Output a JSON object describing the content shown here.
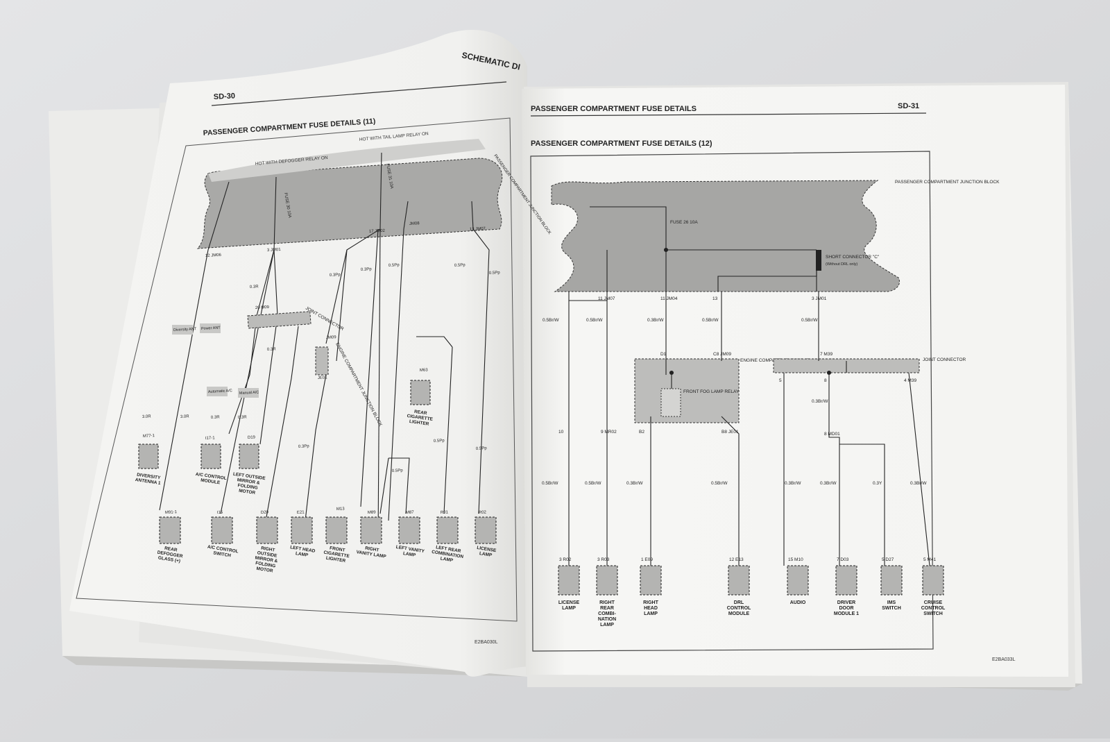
{
  "left_page": {
    "page_number": "SD-30",
    "running_header": "SCHEMATIC DI",
    "title": "PASSENGER COMPARTMENT FUSE DETAILS (11)",
    "figure_code": "E2BA030L",
    "hot_labels": [
      "HOT WITH DEFOGGER RELAY ON",
      "HOT WITH TAIL LAMP RELAY ON"
    ],
    "fuses": [
      "FUSE 30 10A",
      "FUSE 31 10A"
    ],
    "block_label": "PASSENGER COMPARTMENT JUNCTION BLOCK",
    "connector_labels": [
      "12 JM06",
      "3 JM01",
      "17 JM02",
      "JM08",
      "12 JM07",
      "20 M09",
      "JOINT CONNECTOR",
      "JM09",
      "ENGINE COMPARTMENT JUNCTION BLOCK",
      "JE01",
      "M63",
      "M77-1",
      "I17-1",
      "D19",
      "M91-1",
      "I15",
      "D20",
      "E21",
      "M13",
      "M89",
      "M87",
      "R01",
      "R02"
    ],
    "wire_labels": [
      "0.3R",
      "0.3R",
      "0.3Pp",
      "0.3Pp",
      "0.5Pp",
      "0.5Pp",
      "0.5Pp",
      "3.0R",
      "3.0R",
      "0.3R",
      "0.3R",
      "0.3Pp",
      "0.5Pp",
      "0.5Pp",
      "0.5Pp"
    ],
    "variant_labels": [
      "Diversity ANT",
      "Power ANT",
      "Automatic A/C",
      "Manual A/C"
    ],
    "components_top": [
      "DIVERSITY ANTENNA 1",
      "A/C CONTROL MODULE",
      "LEFT OUTSIDE MIRROR & FOLDING MOTOR",
      "REAR CIGARETTE LIGHTER"
    ],
    "components_bottom": [
      "REAR DEFOGGER GLASS (+)",
      "A/C CONTROL SWITCH",
      "RIGHT OUTSIDE MIRROR & FOLDING MOTOR",
      "LEFT HEAD LAMP",
      "FRONT CIGARETTE LIGHTER",
      "RIGHT VANITY LAMP",
      "LEFT VANITY LAMP",
      "LEFT REAR COMBINATION LAMP",
      "LICENSE LAMP"
    ]
  },
  "right_page": {
    "running_header": "PASSENGER COMPARTMENT FUSE DETAILS",
    "page_number": "SD-31",
    "title": "PASSENGER COMPARTMENT FUSE DETAILS (12)",
    "figure_code": "E2BA033L",
    "block_label": "PASSENGER COMPARTMENT JUNCTION BLOCK",
    "fuse": "FUSE 26 10A",
    "short_connector": "SHORT CONNECTOR \"C\"",
    "short_connector_note": "(Without DRL only)",
    "top_connectors": [
      "11 JM07",
      "11 JM04",
      "13",
      "3 JM01"
    ],
    "mid_connectors": [
      "D1",
      "C8 JM09",
      "7 M39",
      "5",
      "8",
      "4 M39",
      "10",
      "9 MR02",
      "B2",
      "B8 JE01",
      "8 MD01"
    ],
    "engine_block_label": "ENGINE COMPARTMENT JUNCTION BLOCK",
    "relay_label": "FRONT FOG LAMP RELAY",
    "joint_connector_label": "JOINT CONNECTOR",
    "wire_labels": [
      "0.5Br/W",
      "0.5Br/W",
      "0.3Br/W",
      "0.5Br/W",
      "0.5Br/W",
      "0.3Br/W",
      "0.5Br/W",
      "0.5Br/W",
      "0.3Br/W",
      "0.5Br/W",
      "0.3Br/W",
      "0.3Br/W",
      "0.3Y",
      "0.3Br/W"
    ],
    "component_connectors": [
      "3 R02",
      "3 R03",
      "1 E09",
      "12 E13",
      "15 M10",
      "7 D03",
      "5 D27",
      "5 M41"
    ],
    "components": [
      "LICENSE LAMP",
      "RIGHT REAR COMBI- NATION LAMP",
      "RIGHT HEAD LAMP",
      "DRL CONTROL MODULE",
      "AUDIO",
      "DRIVER DOOR MODULE 1",
      "IMS SWITCH",
      "CRUISE CONTROL SWITCH"
    ]
  }
}
